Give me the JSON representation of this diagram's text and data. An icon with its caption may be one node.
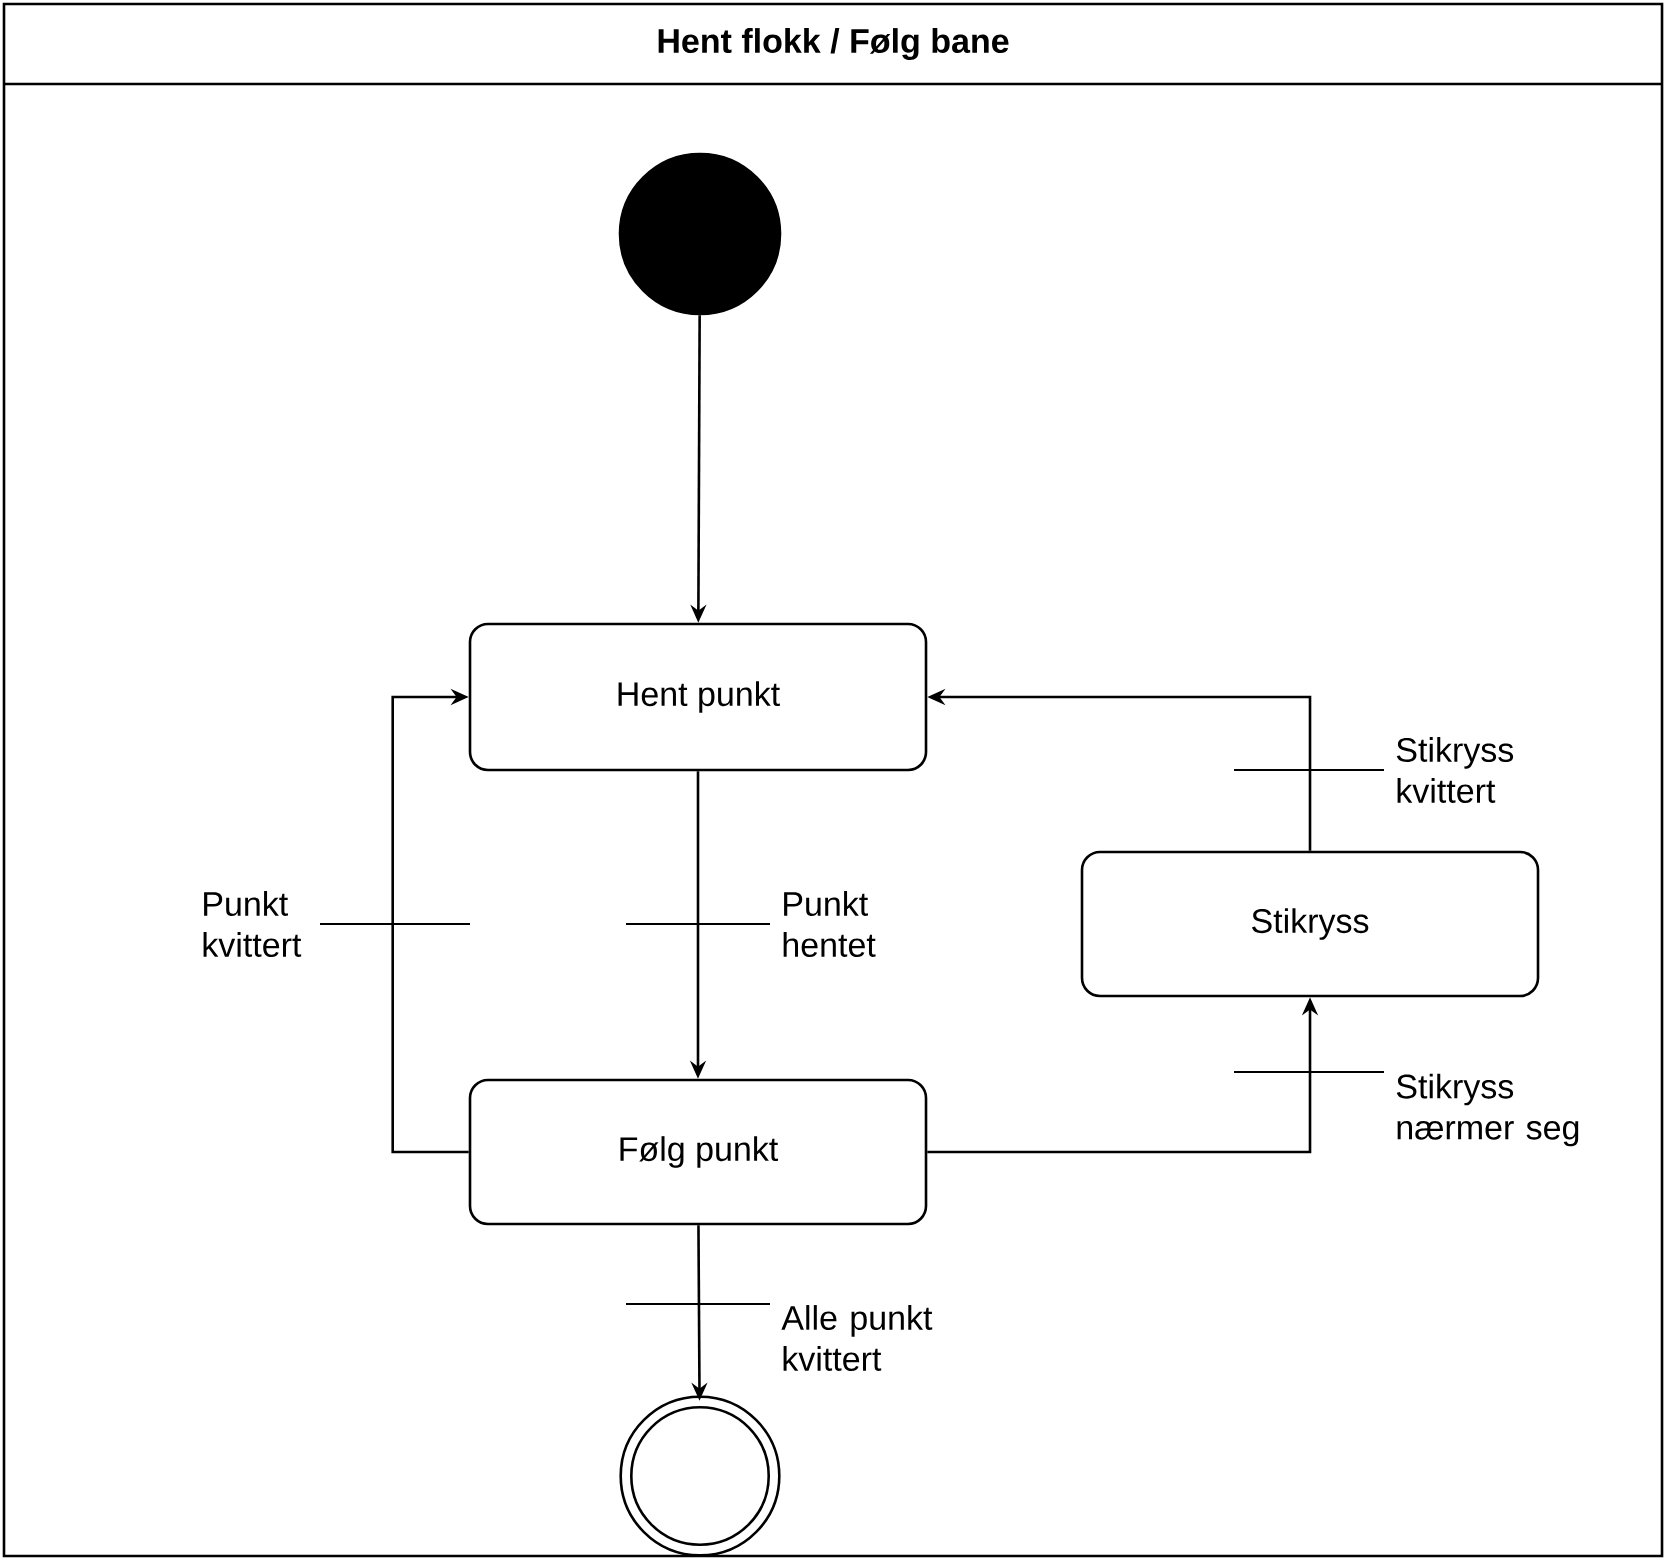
{
  "diagram": {
    "nodes": [
      {
        "text": [
          "Hent flokk / Følg bane"
        ]
      },
      {
        "text": [],
        "shape": "circle",
        "in": 0
      },
      {
        "text": [
          "Hent punkt"
        ],
        "in": 0
      },
      {
        "text": [
          "Følg punkt"
        ],
        "in": 0
      },
      {
        "text": [
          "Stikryss"
        ],
        "in": 0
      },
      {
        "text": [],
        "shape": "circle",
        "in": 0
      }
    ],
    "edges": [
      {
        "from": 1,
        "to": 2,
        "arrow": "to"
      },
      {
        "from": 2,
        "to": 3,
        "arrow": "to",
        "label": "Punkt hentet"
      },
      {
        "from": 3,
        "to": 2,
        "arrow": "to",
        "label": "Punkt kvittert"
      },
      {
        "from": 3,
        "to": 4,
        "arrow": "to",
        "label": "Stikryss nærmer seg"
      },
      {
        "from": 4,
        "to": 2,
        "arrow": "to",
        "label": "Stikryss kvittert"
      },
      {
        "from": 3,
        "to": 5,
        "arrow": "to",
        "label": "Alle punkt kvittert"
      }
    ]
  }
}
